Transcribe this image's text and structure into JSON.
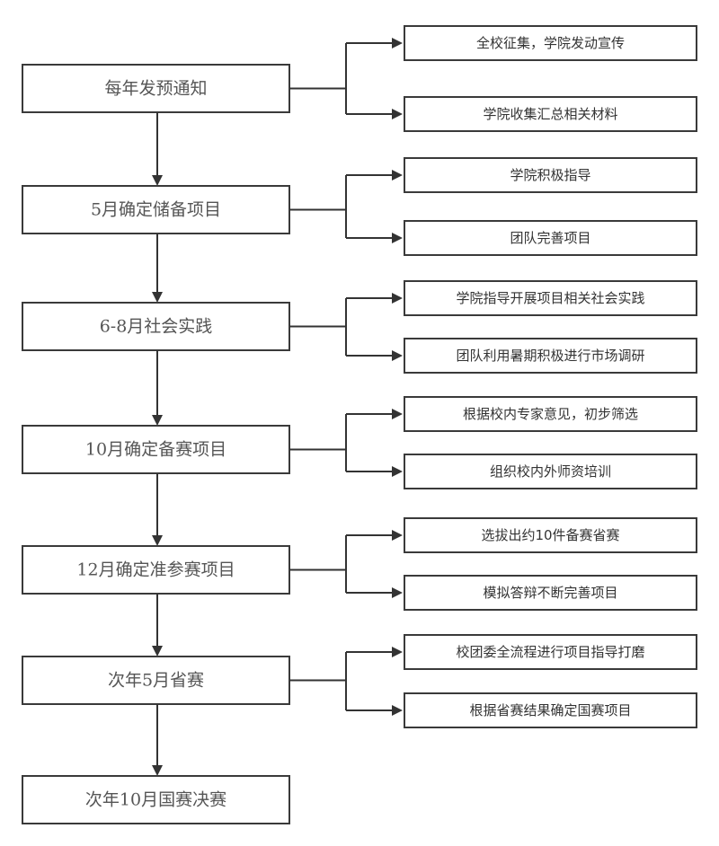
{
  "stages": [
    {
      "label": "每年发预通知",
      "branches": [
        "全校征集，学院发动宣传",
        "学院收集汇总相关材料"
      ]
    },
    {
      "label": "5月确定储备项目",
      "branches": [
        "学院积极指导",
        "团队完善项目"
      ]
    },
    {
      "label": "6-8月社会实践",
      "branches": [
        "学院指导开展项目相关社会实践",
        "团队利用暑期积极进行市场调研"
      ]
    },
    {
      "label": "10月确定备赛项目",
      "branches": [
        "根据校内专家意见，初步筛选",
        "组织校内外师资培训"
      ]
    },
    {
      "label": "12月确定准参赛项目",
      "branches": [
        "选拔出约10件备赛省赛",
        "模拟答辩不断完善项目"
      ]
    },
    {
      "label": "次年5月省赛",
      "branches": [
        "校团委全流程进行项目指导打磨",
        "根据省赛结果确定国赛项目"
      ]
    },
    {
      "label": "次年10月国赛决赛",
      "branches": []
    }
  ]
}
